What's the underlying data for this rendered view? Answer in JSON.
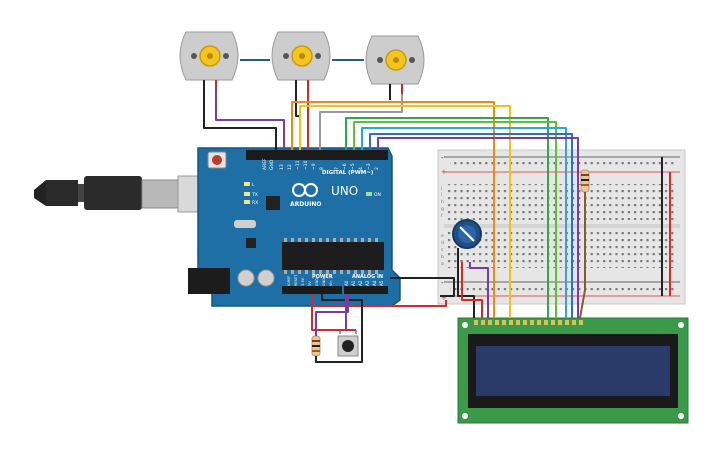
{
  "arduino": {
    "brand_text": "ARDUINO",
    "model_text": "UNO",
    "digital_header_label": "DIGITAL (PWM~)",
    "power_label": "POWER",
    "analog_label": "ANALOG IN",
    "on_label": "ON",
    "tx_label": "TX",
    "rx_label": "RX",
    "l_label": "L",
    "digital_pin_labels": [
      "AREF",
      "GND",
      "13",
      "12",
      "~11",
      "~10",
      "~9",
      "8",
      "7",
      "~6",
      "~5",
      "4",
      "~3",
      "2",
      "TX 1",
      "RX 0"
    ],
    "power_pin_labels": [
      "IOREF",
      "RESET",
      "3.3V",
      "5V",
      "GND",
      "GND",
      "Vin"
    ],
    "analog_pin_labels": [
      "A0",
      "A1",
      "A2",
      "A3",
      "A4",
      "A5"
    ]
  },
  "breadboard": {
    "column_numbers": [
      "1",
      "5",
      "10",
      "15",
      "20",
      "25",
      "30"
    ],
    "row_letters_top": [
      "j",
      "i",
      "h",
      "g",
      "f"
    ],
    "row_letters_bottom": [
      "e",
      "d",
      "c",
      "b",
      "a"
    ],
    "rail_plus": "+",
    "rail_minus": "-"
  },
  "lcd": {
    "component": "16x2 LCD display"
  },
  "colors": {
    "arduino_board": "#1e6fa5",
    "breadboard": "#e6e6e6",
    "lcd_pcb": "#3a9a4a",
    "lcd_screen": "#2a3b6a",
    "wire_black": "#222222",
    "wire_red": "#d62a2a",
    "wire_purple": "#7a3aa8",
    "wire_orange": "#ee8a12",
    "wire_yellow": "#f2c218",
    "wire_gray": "#9a9a9a",
    "wire_green": "#2ea84a",
    "wire_lightgreen": "#5ec03a",
    "wire_cyan": "#29a8d8",
    "wire_blue": "#2a6fd0",
    "wire_brown": "#8a5a2a"
  }
}
